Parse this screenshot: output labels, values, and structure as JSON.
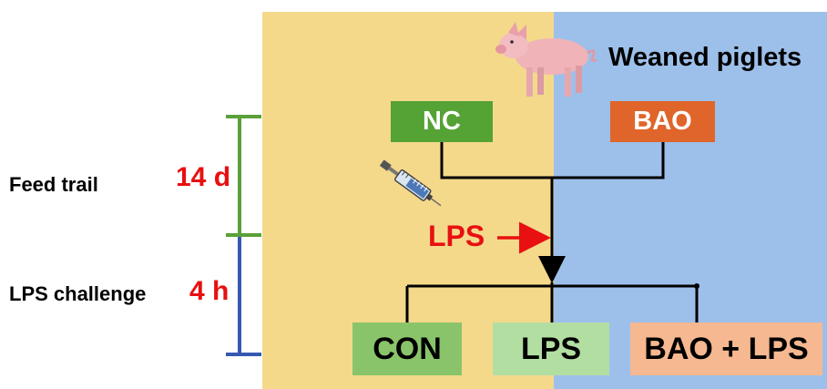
{
  "title": "Weaned piglets",
  "timeline": {
    "feed_label": "Feed trail",
    "feed_duration": "14 d",
    "challenge_label": "LPS challenge",
    "challenge_duration": "4 h"
  },
  "groups": {
    "initial": [
      "NC",
      "BAO"
    ],
    "final": [
      "CON",
      "LPS",
      "BAO + LPS"
    ]
  },
  "injection_label": "LPS",
  "colors": {
    "left_background": "#f4d98b",
    "right_background": "#9dc0ea",
    "nc": "#55a235",
    "bao": "#e0652a",
    "con": "#8ac46a",
    "lps": "#b2dea2",
    "bao_lps": "#f5b890",
    "highlight_red": "#e81010",
    "feed_bar": "#5aa03a",
    "challenge_bar": "#3558b0"
  }
}
